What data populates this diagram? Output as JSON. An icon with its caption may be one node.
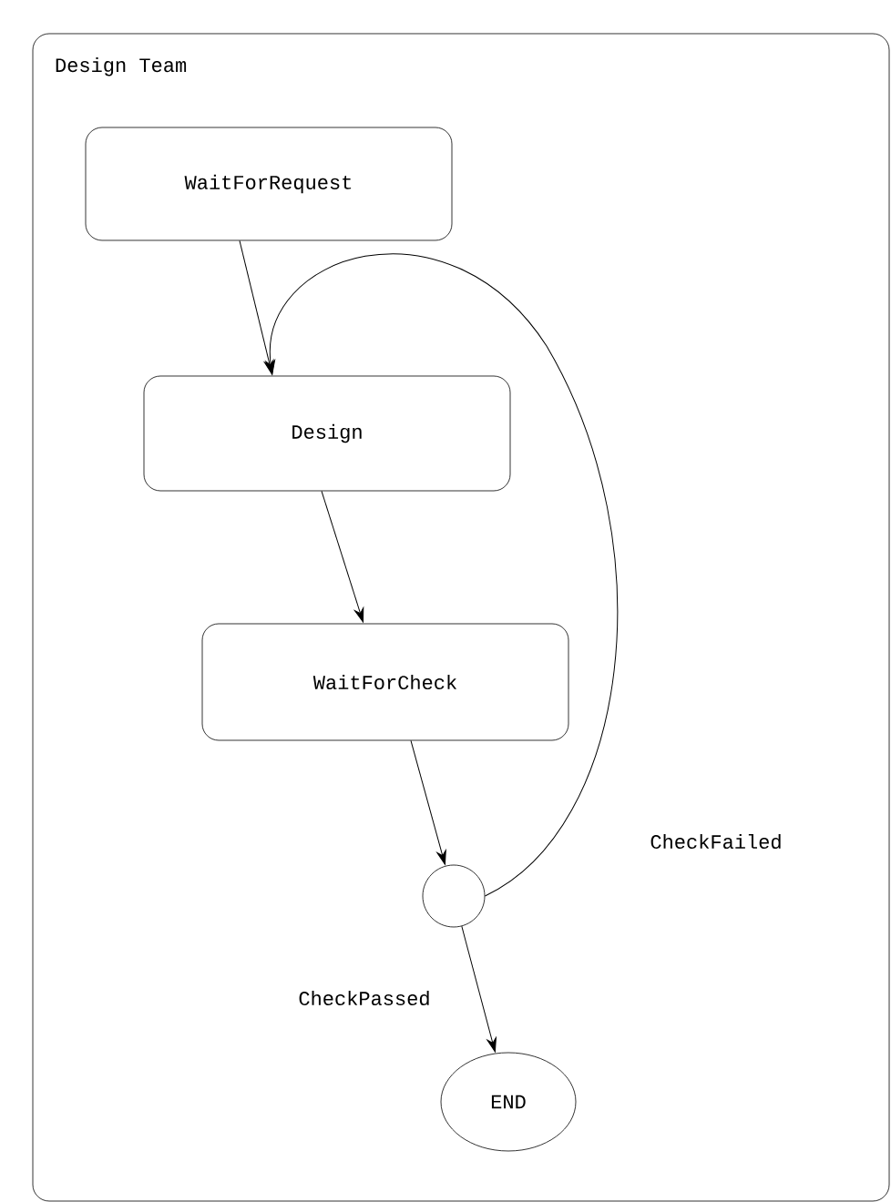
{
  "diagram": {
    "nodes": [
      {
        "text": [
          "Design Team"
        ]
      },
      {
        "text": [
          "WaitForRequest"
        ],
        "in": 0
      },
      {
        "text": [
          "Design"
        ],
        "in": 0
      },
      {
        "text": [
          "WaitForCheck"
        ],
        "in": 0
      },
      {
        "text": [],
        "shape": "circle",
        "in": 0
      },
      {
        "text": [
          "END"
        ],
        "in": 0
      }
    ],
    "edges": [
      {
        "from": 1,
        "to": 2,
        "arrow": "to"
      },
      {
        "from": 2,
        "to": 3,
        "arrow": "to"
      },
      {
        "from": 3,
        "to": 4,
        "arrow": "to"
      },
      {
        "from": 4,
        "to": 2,
        "arrow": "to",
        "label": "CheckFailed"
      },
      {
        "from": 4,
        "to": 5,
        "arrow": "to",
        "label": "CheckPassed"
      }
    ]
  }
}
